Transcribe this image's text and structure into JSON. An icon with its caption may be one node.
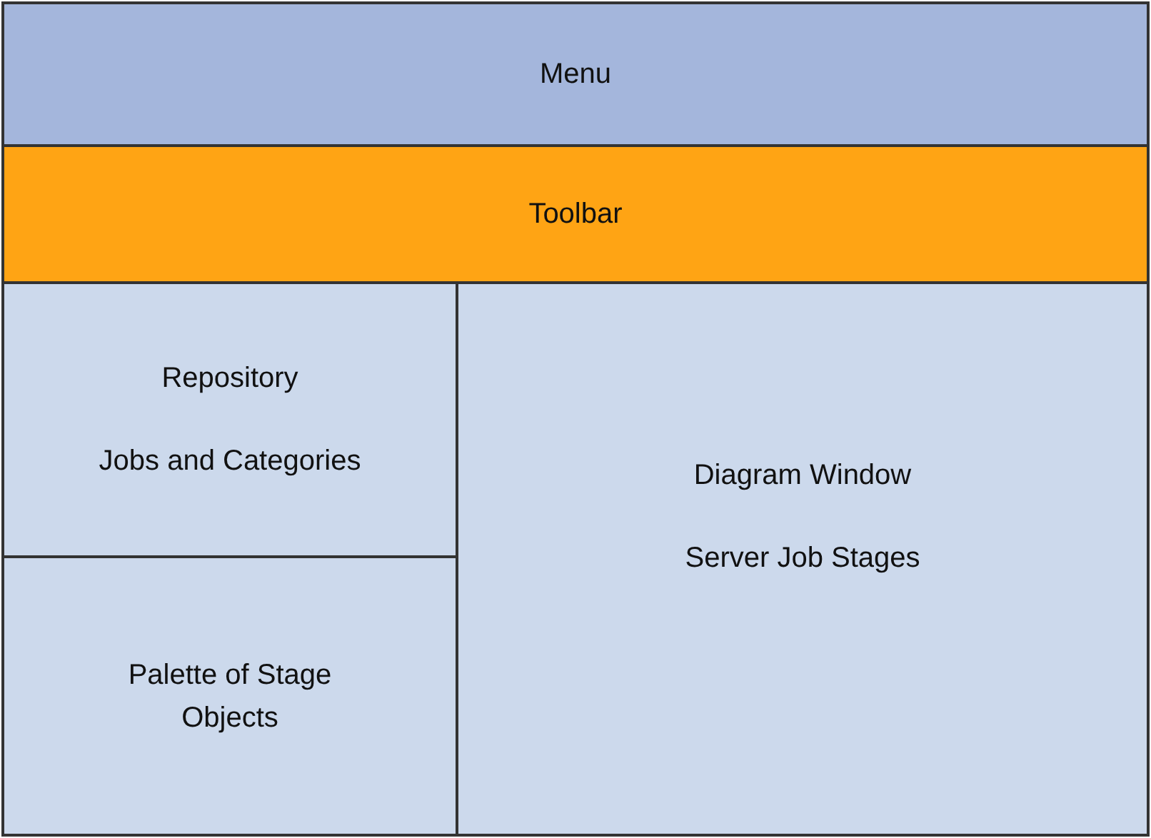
{
  "diagram": {
    "nodes": [
      {
        "text": [
          "Menu"
        ]
      },
      {
        "text": [
          "Toolbar"
        ]
      },
      {
        "text": [
          "Repository",
          "Jobs and Categories"
        ]
      },
      {
        "text": [
          "Palette of Stage Objects"
        ]
      },
      {
        "text": [
          "Diagram Window",
          "Server Job Stages"
        ]
      }
    ]
  }
}
